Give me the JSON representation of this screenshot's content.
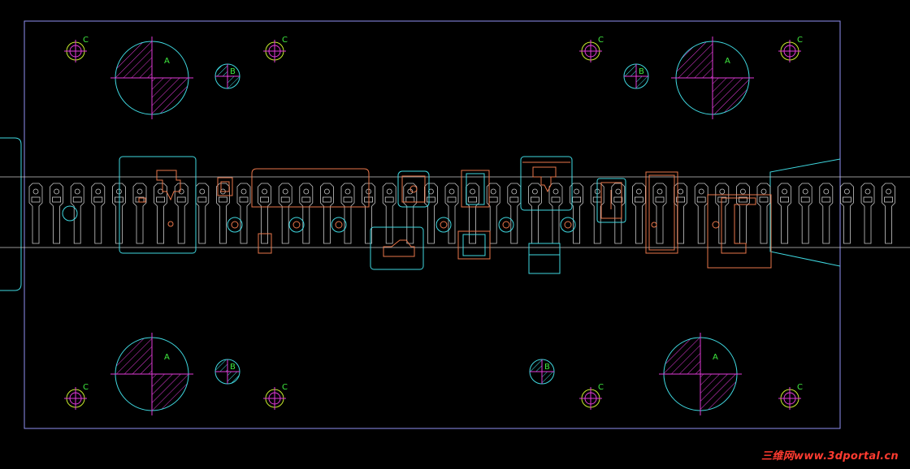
{
  "drawing": {
    "labels": {
      "guide_pillar": "A",
      "guide_bush": "B",
      "screw_hole": "C"
    },
    "watermark": "三维网www.3dportal.cn"
  },
  "colors": {
    "background": "#000000",
    "frame": "#8f8ff2",
    "cyan": "#3fd8e0",
    "magenta": "#e23ad8",
    "yellow_green": "#c6ec2c",
    "orange": "#e9764a",
    "white_line": "#c9c9c9",
    "text_green": "#3fea3f",
    "watermark_red": "#ff3b30"
  },
  "icons": [
    "crosshair-center-mark",
    "hatched-quadrant-hole"
  ]
}
